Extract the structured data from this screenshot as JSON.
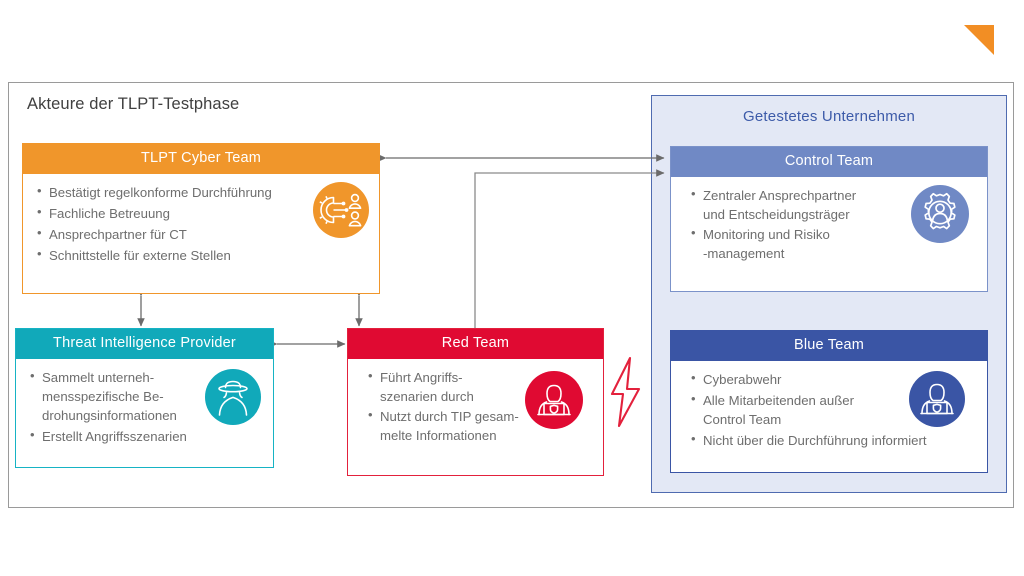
{
  "logo": {
    "name": "orange-triangle-logo",
    "color": "#F28E24"
  },
  "frame": {
    "title": "Akteure der TLPT-Testphase",
    "border_color": "#9a9a9a"
  },
  "company_group": {
    "title": "Getestetes Unternehmen",
    "fill": "#E3E8F5",
    "border_color": "#4F6BB0",
    "title_color": "#3D5BA9"
  },
  "cards": {
    "tlpt": {
      "title": "TLPT Cyber Team",
      "color": "#F0962B",
      "icon": "gear-network-people-icon",
      "bullets": [
        "Bestätigt regelkonforme Durchführung",
        "Fachliche Betreuung",
        "Ansprechpartner für CT",
        "Schnittstelle für externe Stellen"
      ]
    },
    "tip": {
      "title": "Threat Intelligence Provider",
      "color": "#11A9BA",
      "icon": "person-fedora-hat-icon",
      "bullets": [
        "Sammelt unterneh-",
        "mensspezifische Be-",
        "drohungsinformationen",
        "Erstellt Angriffsszenarien"
      ],
      "bullet_groups": [
        [
          "Sammelt unterneh-",
          "mensspezifische Be-",
          "drohungsinformationen"
        ],
        [
          "Erstellt Angriffsszenarien"
        ]
      ]
    },
    "red": {
      "title": "Red Team",
      "color": "#E00A32",
      "icon": "hacker-laptop-shield-icon",
      "bullet_groups": [
        [
          "Führt Angriffs-",
          "szenarien durch"
        ],
        [
          "Nutzt durch TIP gesam-",
          "melte Informationen"
        ]
      ]
    },
    "control": {
      "title": "Control Team",
      "color": "#7089C5",
      "icon": "gear-person-icon",
      "bullet_groups": [
        [
          "Zentraler Ansprechpartner",
          "und Entscheidungsträger"
        ],
        [
          "Monitoring und Risiko",
          "-management"
        ]
      ]
    },
    "blue": {
      "title": "Blue Team",
      "color": "#3A55A5",
      "icon": "defender-laptop-shield-icon",
      "bullet_groups": [
        [
          "Cyberabwehr"
        ],
        [
          "Alle Mitarbeitenden außer",
          "Control Team"
        ],
        [
          "Nicht über die Durchführung informiert"
        ]
      ]
    }
  },
  "decorations": {
    "lightning": {
      "name": "lightning-bolt-icon",
      "color": "#E3213C"
    }
  },
  "connectors": {
    "color": "#6b6b6b",
    "items": [
      {
        "name": "tlpt-to-control-arrow",
        "type": "double-headed-horizontal"
      },
      {
        "name": "red-to-control-arrow",
        "type": "single-headed-elbow"
      },
      {
        "name": "tlpt-to-tip-arrow",
        "type": "double-headed-vertical"
      },
      {
        "name": "tlpt-to-red-arrow",
        "type": "double-headed-vertical"
      },
      {
        "name": "tip-to-red-arrow",
        "type": "double-headed-horizontal"
      }
    ]
  }
}
